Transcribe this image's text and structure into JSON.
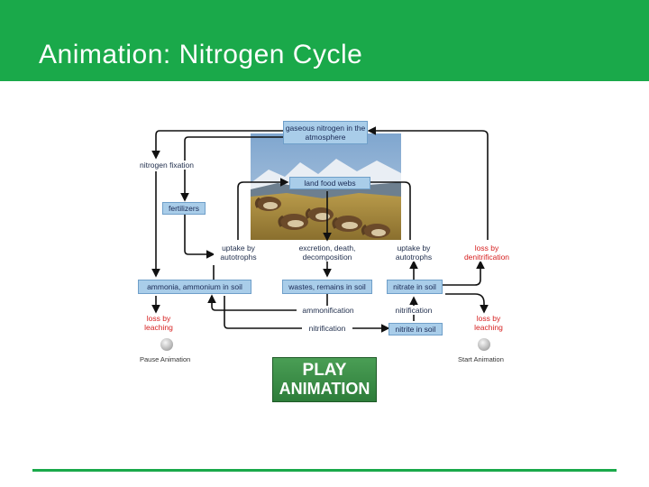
{
  "slide": {
    "title": "Animation: Nitrogen Cycle",
    "accent_color": "#1aa94a"
  },
  "diagram": {
    "boxes": {
      "gaseous": "gaseous nitrogen in the atmosphere",
      "land_food_webs": "land food webs",
      "fertilizers": "fertilizers",
      "ammonia": "ammonia, ammonium in soil",
      "wastes": "wastes, remains in soil",
      "nitrate": "nitrate in soil",
      "nitrite": "nitrite in soil"
    },
    "labels": {
      "nitrogen_fixation": "nitrogen fixation",
      "uptake_left": "uptake by autotrophs",
      "excretion": "excretion, death, decomposition",
      "uptake_right": "uptake by autotrophs",
      "denitrification": "loss by denitrification",
      "leaching_left": "loss by leaching",
      "ammonification": "ammonification",
      "nitrification_right": "nitrification",
      "nitrification_bottom": "nitrification",
      "leaching_right": "loss by leaching"
    },
    "controls": {
      "pause": "Pause Animation",
      "start": "Start Animation"
    },
    "box_color": "#a9cde9",
    "loss_label_color": "#d62020"
  },
  "play_button": {
    "line1": "PLAY",
    "line2": "ANIMATION",
    "color": "#2e7d3a"
  }
}
